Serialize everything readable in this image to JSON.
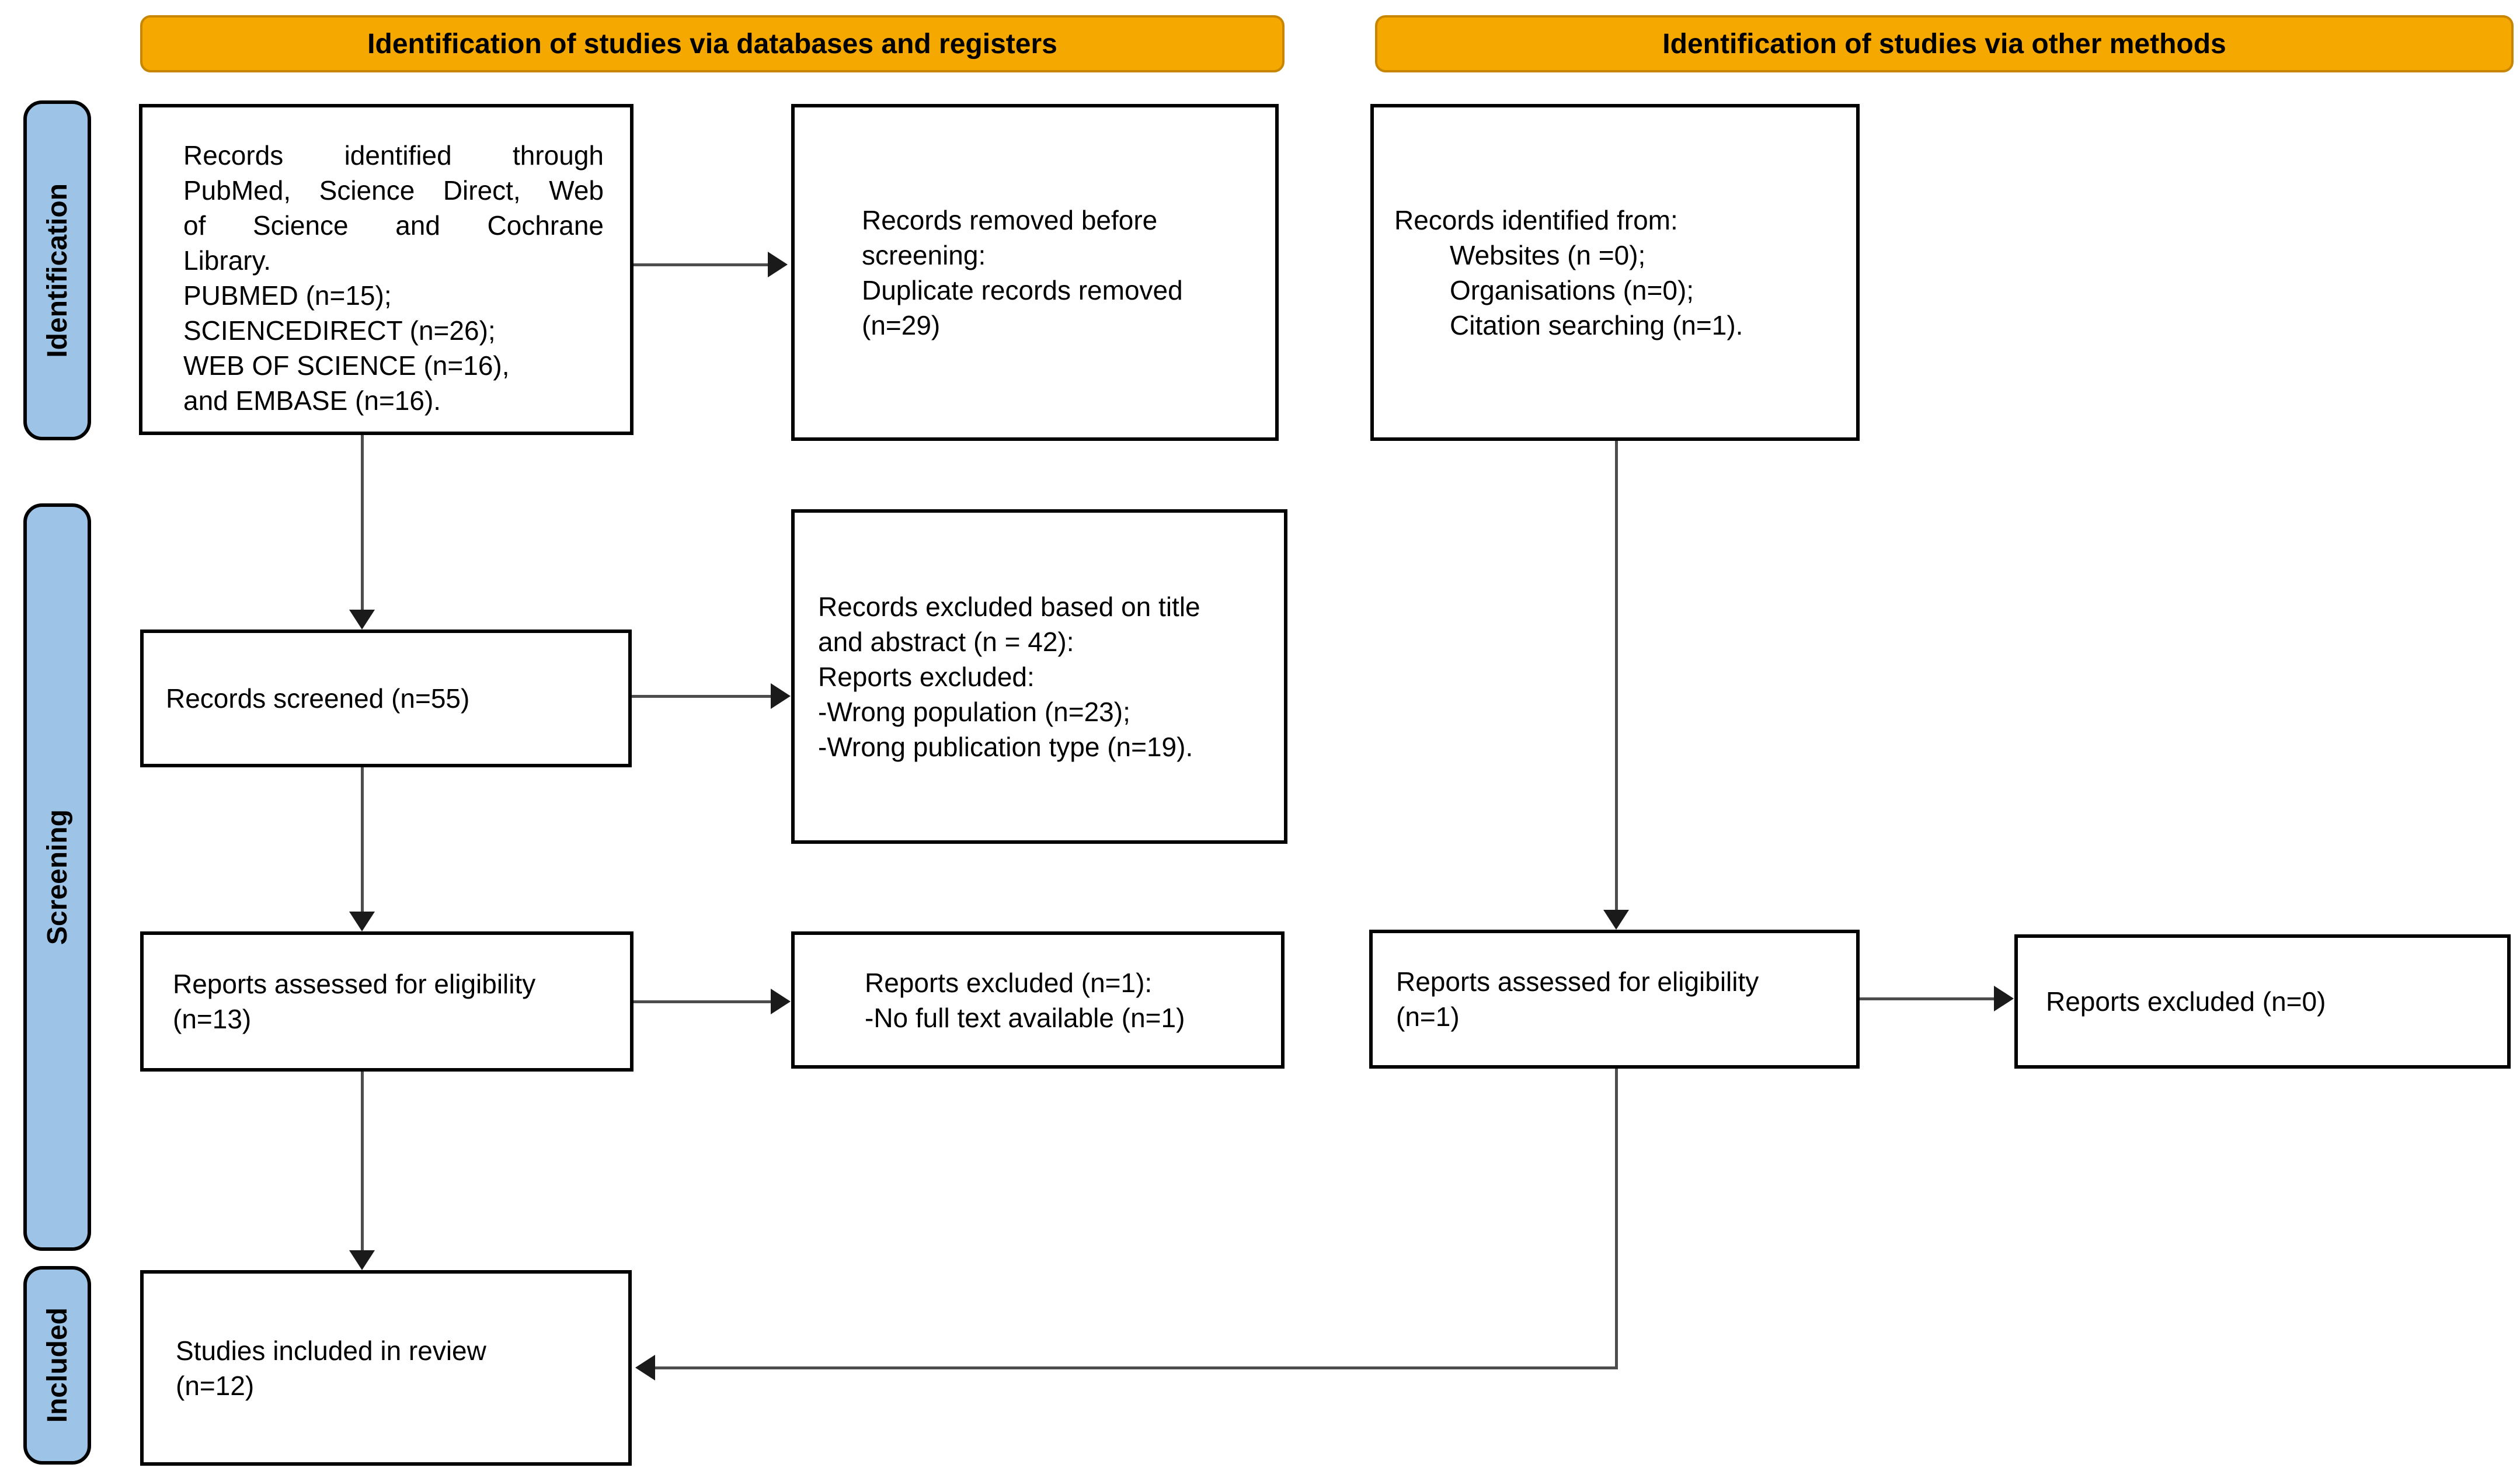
{
  "diagram": {
    "banners": {
      "databases": "Identification of studies via databases and registers",
      "other": "Identification of studies via other methods"
    },
    "stages": {
      "identification": "Identification",
      "screening": "Screening",
      "included": "Included"
    },
    "boxes": {
      "records_identified_db": {
        "lines": [
          "Records identified through",
          "PubMed, Science Direct, Web",
          "of Science and Cochrane",
          "Library.",
          "PUBMED (n=15);",
          "SCIENCEDIRECT (n=26);",
          "WEB OF SCIENCE (n=16),",
          "and EMBASE (n=16)."
        ]
      },
      "records_removed": {
        "lines": [
          "Records removed before",
          "screening:",
          "Duplicate records removed",
          "(n=29)"
        ]
      },
      "records_identified_other": {
        "lines": [
          "Records identified from:",
          "Websites (n =0);",
          "Organisations (n=0);",
          "Citation searching (n=1)."
        ]
      },
      "records_screened": {
        "lines": [
          "Records screened (n=55)"
        ]
      },
      "records_excluded": {
        "lines": [
          "Records excluded based on title",
          "and abstract (n = 42):",
          "Reports excluded:",
          "-Wrong population (n=23);",
          "-Wrong publication type (n=19)."
        ]
      },
      "reports_assessed_db": {
        "lines": [
          "Reports assessed for eligibility",
          "(n=13)"
        ]
      },
      "reports_excluded_fulltext": {
        "lines": [
          "Reports excluded (n=1):",
          "-No full text available (n=1)"
        ]
      },
      "reports_assessed_other": {
        "lines": [
          "Reports assessed for eligibility",
          "(n=1)"
        ]
      },
      "reports_excluded_other": {
        "lines": [
          "Reports excluded (n=0)"
        ]
      },
      "studies_included": {
        "lines": [
          "Studies included in review",
          "(n=12)"
        ]
      }
    },
    "colors": {
      "banner_fill": "#F5A800",
      "banner_border": "#C78500",
      "stage_fill": "#9DC3E6",
      "stage_border": "#000000",
      "box_border": "#000000",
      "connector": "#4d4d4d",
      "arrowhead": "#1a1a1a"
    }
  }
}
